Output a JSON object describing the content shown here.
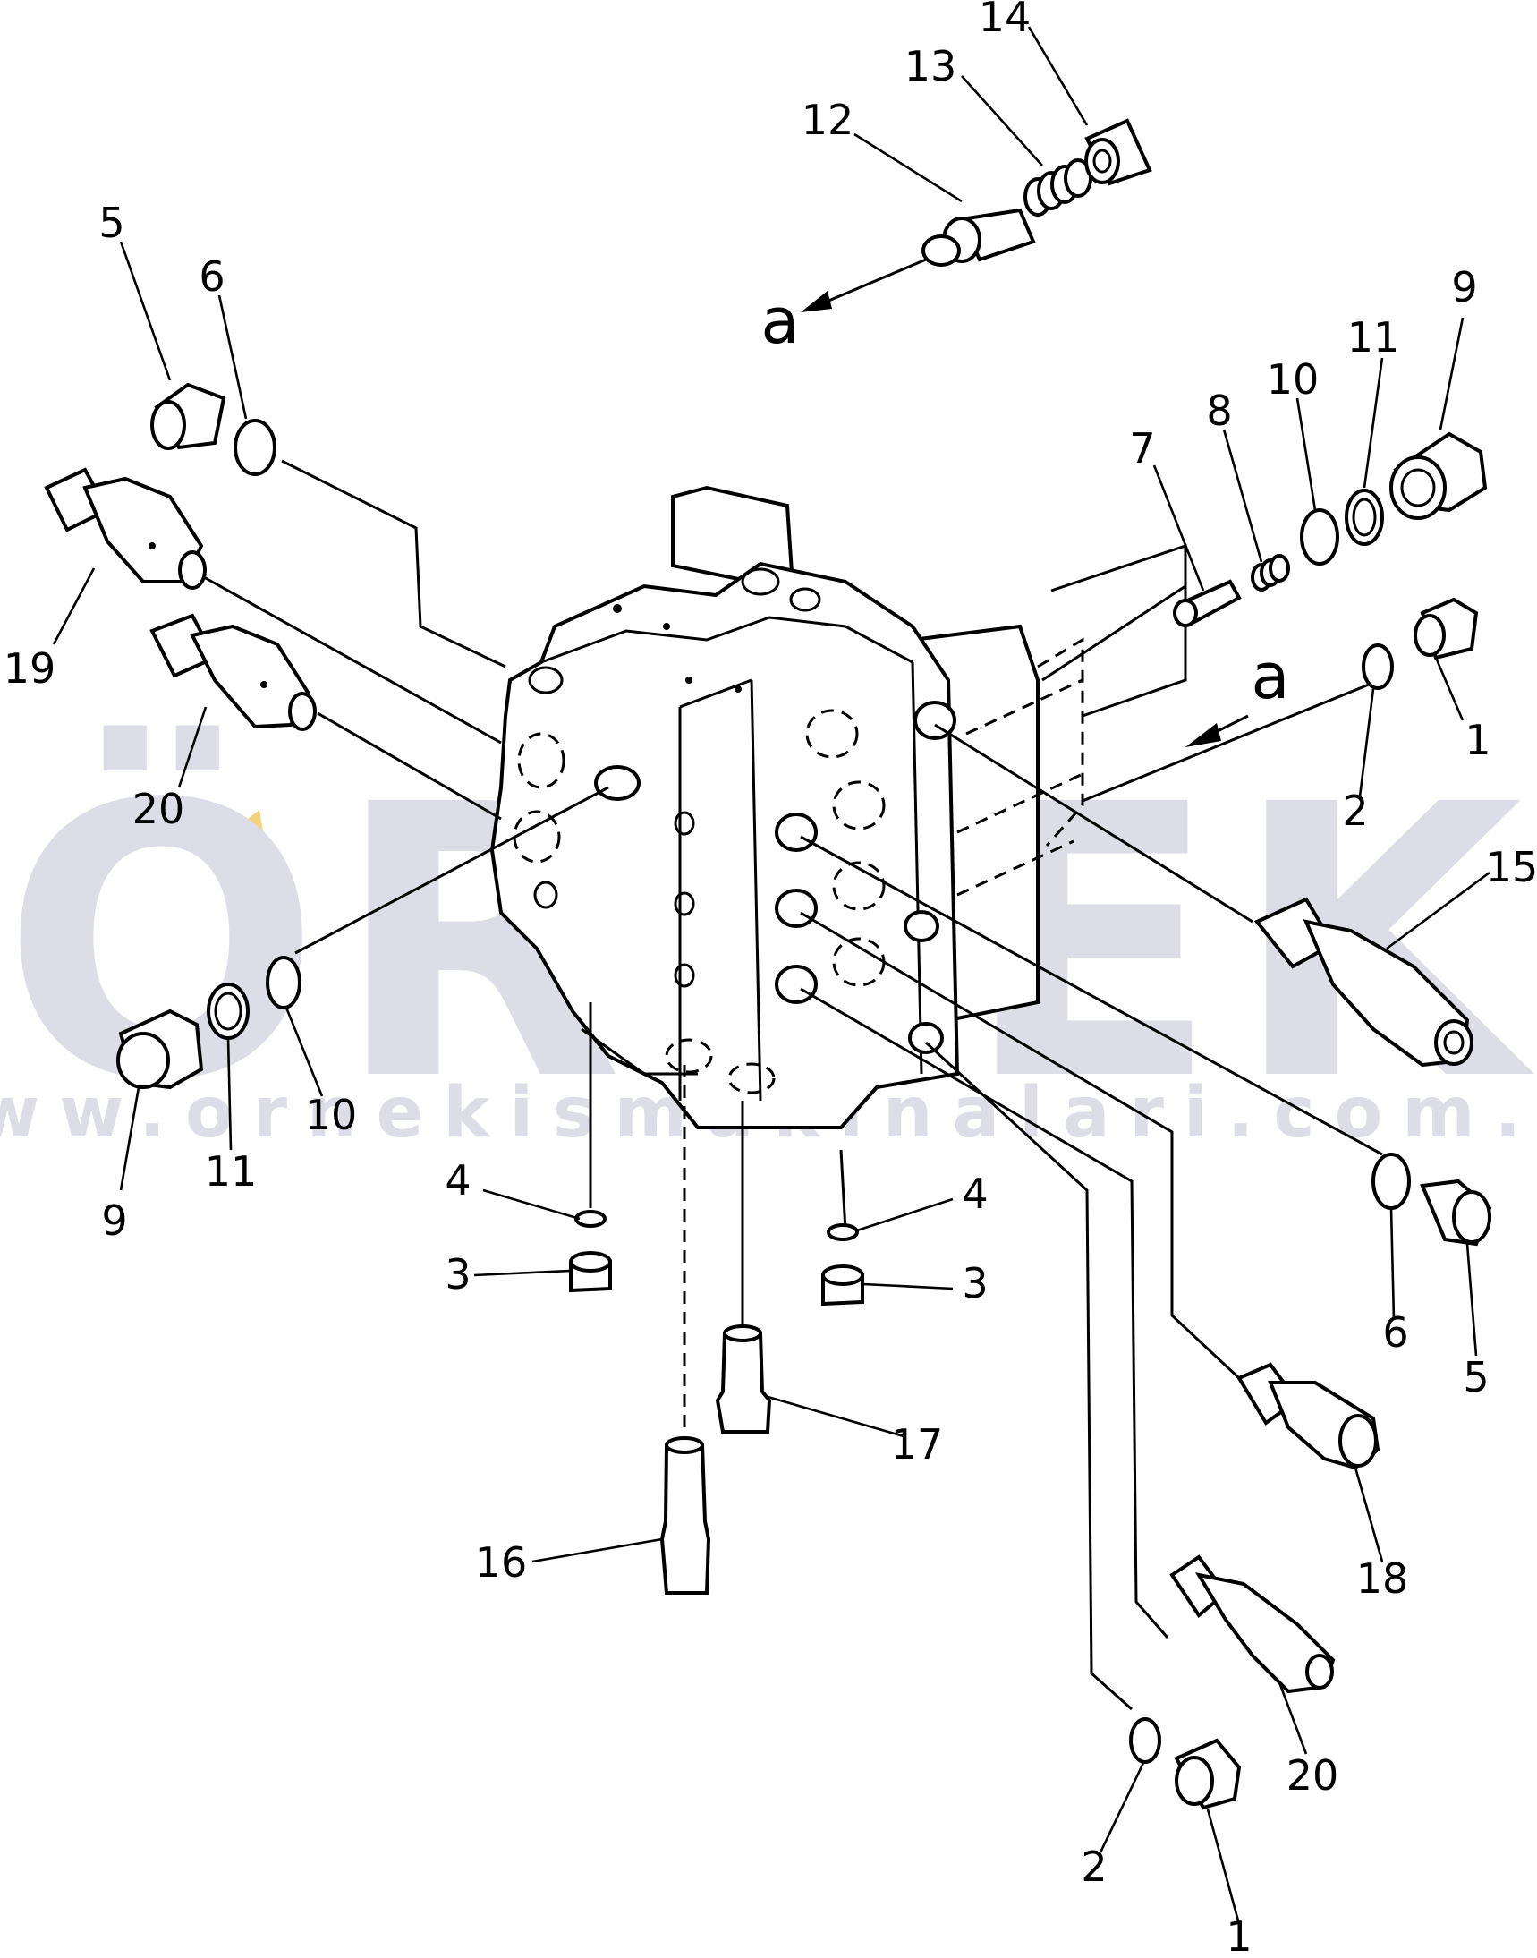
{
  "watermark": {
    "brand": "ÖRNEK",
    "url": "www.ornekismakinalari.com.tr",
    "brand_color": "#dcdde6",
    "accent_color": "#f3d27a"
  },
  "view_marker": "a",
  "callouts": [
    {
      "id": "c14",
      "label": "14"
    },
    {
      "id": "c13",
      "label": "13"
    },
    {
      "id": "c12",
      "label": "12"
    },
    {
      "id": "c5a",
      "label": "5"
    },
    {
      "id": "c6a",
      "label": "6"
    },
    {
      "id": "c9a",
      "label": "9"
    },
    {
      "id": "c11a",
      "label": "11"
    },
    {
      "id": "c10a",
      "label": "10"
    },
    {
      "id": "c8",
      "label": "8"
    },
    {
      "id": "c7",
      "label": "7"
    },
    {
      "id": "c19",
      "label": "19"
    },
    {
      "id": "c20a",
      "label": "20"
    },
    {
      "id": "c1a",
      "label": "1"
    },
    {
      "id": "c2a",
      "label": "2"
    },
    {
      "id": "c15",
      "label": "15"
    },
    {
      "id": "c9b",
      "label": "9"
    },
    {
      "id": "c11b",
      "label": "11"
    },
    {
      "id": "c10b",
      "label": "10"
    },
    {
      "id": "c4a",
      "label": "4"
    },
    {
      "id": "c3a",
      "label": "3"
    },
    {
      "id": "c4b",
      "label": "4"
    },
    {
      "id": "c3b",
      "label": "3"
    },
    {
      "id": "c6b",
      "label": "6"
    },
    {
      "id": "c5b",
      "label": "5"
    },
    {
      "id": "c17",
      "label": "17"
    },
    {
      "id": "c16",
      "label": "16"
    },
    {
      "id": "c18",
      "label": "18"
    },
    {
      "id": "c20b",
      "label": "20"
    },
    {
      "id": "c2b",
      "label": "2"
    },
    {
      "id": "c1b",
      "label": "1"
    }
  ]
}
